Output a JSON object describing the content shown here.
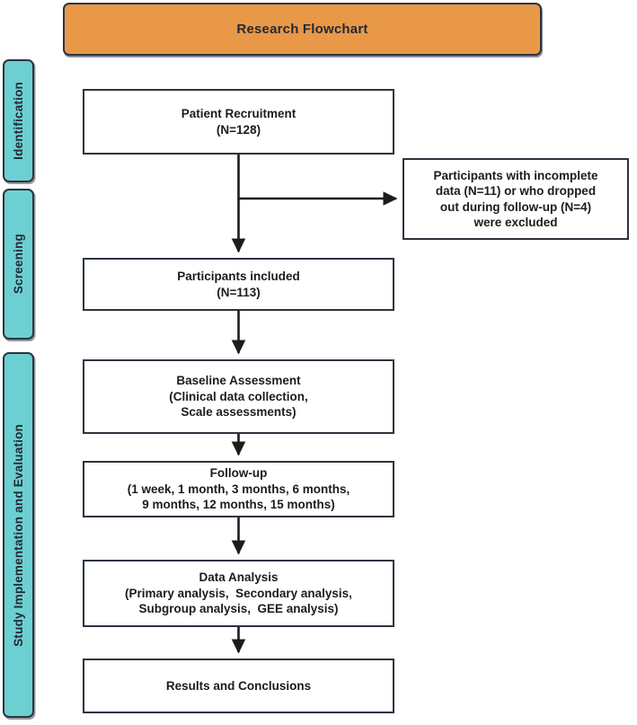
{
  "header": {
    "title": "Research Flowchart",
    "background_color": "#E99848",
    "border_color": "#2B3440"
  },
  "sidebar": {
    "background_color": "#6CD0D2",
    "stages": [
      {
        "label": "Identification"
      },
      {
        "label": "Screening"
      },
      {
        "label": "Study Implementation and Evaluation"
      }
    ]
  },
  "flow": {
    "boxes": [
      {
        "name": "patient-recruitment",
        "lines": [
          "Patient Recruitment",
          "(N=128)"
        ]
      },
      {
        "name": "participants-included",
        "lines": [
          "Participants included",
          "(N=113)"
        ]
      },
      {
        "name": "baseline-assessment",
        "lines": [
          "Baseline Assessment",
          "(Clinical data collection,",
          "Scale assessments)"
        ]
      },
      {
        "name": "follow-up",
        "lines": [
          "Follow-up",
          "(1 week, 1 month, 3 months, 6 months,",
          "9 months, 12 months, 15 months)"
        ]
      },
      {
        "name": "data-analysis",
        "lines": [
          "Data Analysis",
          "(Primary analysis,  Secondary analysis,",
          "Subgroup analysis,  GEE analysis)"
        ]
      },
      {
        "name": "results-and-conclusions",
        "lines": [
          "Results and Conclusions"
        ]
      }
    ],
    "excluded": {
      "name": "participants-excluded",
      "lines": [
        "Participants with incomplete",
        "data (N=11) or who dropped",
        "out during follow-up (N=4)",
        "were excluded"
      ]
    },
    "connector_color": "#1C1C1C"
  },
  "chart_data": {
    "type": "diagram",
    "title": "Research Flowchart",
    "nodes": [
      {
        "id": "recruitment",
        "label": "Patient Recruitment (N=128)",
        "stage": "Identification",
        "n": 128
      },
      {
        "id": "excluded",
        "label": "Participants with incomplete data (N=11) or who dropped out during follow-up (N=4) were excluded",
        "stage": "Identification",
        "n_incomplete": 11,
        "n_dropped": 4
      },
      {
        "id": "included",
        "label": "Participants included (N=113)",
        "stage": "Screening",
        "n": 113
      },
      {
        "id": "baseline",
        "label": "Baseline Assessment (Clinical data collection, Scale assessments)",
        "stage": "Study Implementation and Evaluation"
      },
      {
        "id": "followup",
        "label": "Follow-up (1 week, 1 month, 3 months, 6 months, 9 months, 12 months, 15 months)",
        "stage": "Study Implementation and Evaluation",
        "timepoints": [
          "1 week",
          "1 month",
          "3 months",
          "6 months",
          "9 months",
          "12 months",
          "15 months"
        ]
      },
      {
        "id": "analysis",
        "label": "Data Analysis (Primary analysis, Secondary analysis, Subgroup analysis, GEE analysis)",
        "stage": "Study Implementation and Evaluation",
        "analyses": [
          "Primary analysis",
          "Secondary analysis",
          "Subgroup analysis",
          "GEE analysis"
        ]
      },
      {
        "id": "results",
        "label": "Results and Conclusions",
        "stage": "Study Implementation and Evaluation"
      }
    ],
    "edges": [
      {
        "from": "recruitment",
        "to": "excluded",
        "direction": "right"
      },
      {
        "from": "recruitment",
        "to": "included",
        "direction": "down"
      },
      {
        "from": "included",
        "to": "baseline",
        "direction": "down"
      },
      {
        "from": "baseline",
        "to": "followup",
        "direction": "down"
      },
      {
        "from": "followup",
        "to": "analysis",
        "direction": "down"
      },
      {
        "from": "analysis",
        "to": "results",
        "direction": "down"
      }
    ]
  }
}
